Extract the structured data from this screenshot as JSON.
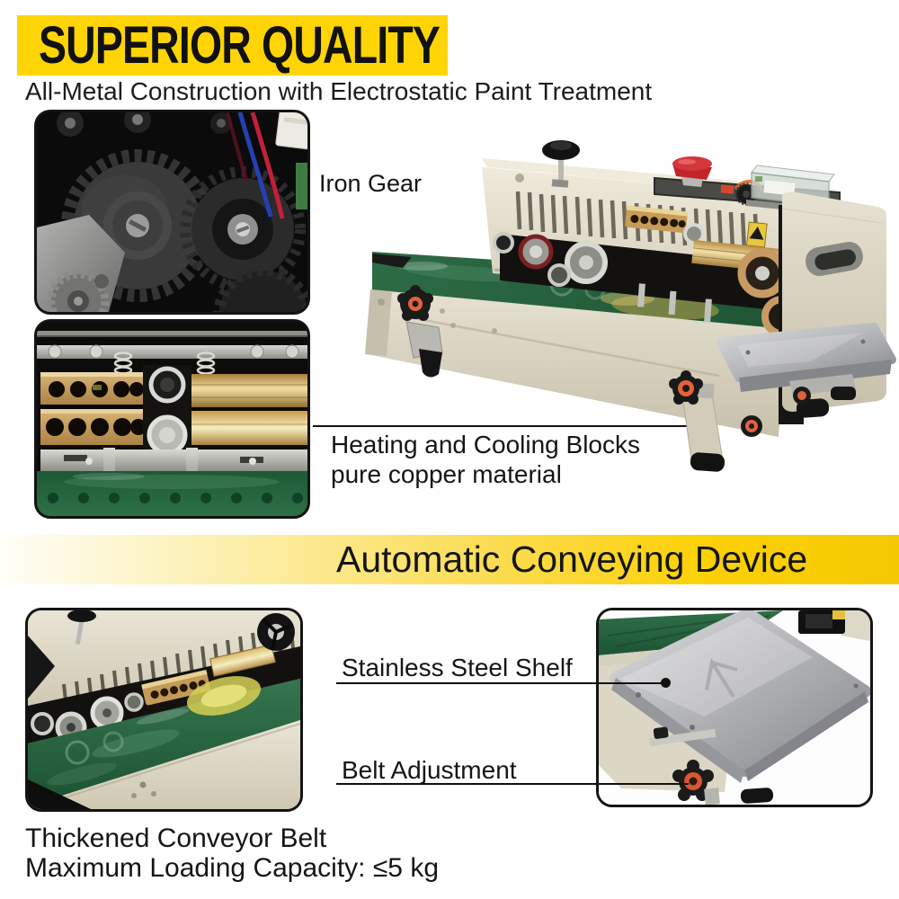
{
  "header": {
    "banner_text": "SUPERIOR QUALITY",
    "subtitle": "All-Metal Construction with Electrostatic Paint Treatment"
  },
  "features": {
    "iron_gear_label": "Iron Gear",
    "blocks_caption_line1": "Heating and Cooling Blocks",
    "blocks_caption_line2": "pure copper material"
  },
  "conveyor_banner": {
    "text": "Automatic Conveying Device"
  },
  "conveyor_labels": {
    "shelf_label": "Stainless Steel Shelf",
    "belt_label": "Belt Adjustment"
  },
  "footer": {
    "line1": "Thickened Conveyor Belt",
    "line2": "Maximum Loading Capacity: ≤5 kg"
  },
  "photos": {
    "gears": "iron-gears-closeup",
    "blocks": "heating-cooling-blocks-closeup",
    "machine": "continuous-band-sealer-machine",
    "conveyor": "thickened-conveyor-belt-closeup",
    "shelf": "stainless-steel-shelf-closeup"
  },
  "colors": {
    "banner_yellow": "#FFD404",
    "gradient_yellow_end": "#F5C902",
    "text_dark": "#1A1A1A",
    "callout_line": "#111111",
    "machine_cream": "#DDD8C6",
    "belt_green": "#2C6B45",
    "copper_block": "#C9A25E",
    "steel_shelf": "#B5B6B9",
    "knob_orange": "#E0633A",
    "stop_button_red": "#C22428"
  }
}
